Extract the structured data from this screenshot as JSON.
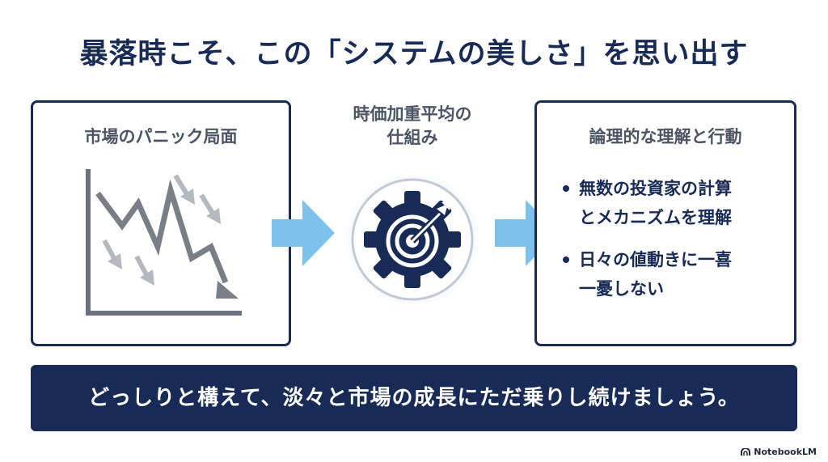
{
  "title": "暴落時こそ、この「システムの美しさ」を思い出す",
  "left_panel": {
    "heading": "市場のパニック局面",
    "icon": "crash-chart-icon"
  },
  "center": {
    "heading_line1": "時価加重平均の",
    "heading_line2": "仕組み",
    "icon": "gear-target-icon"
  },
  "right_panel": {
    "heading": "論理的な理解と行動",
    "bullets": [
      {
        "line1": "無数の投資家の計算",
        "line2": "とメカニズムを理解"
      },
      {
        "line1": "日々の値動きに一喜",
        "line2": "一憂しない"
      }
    ]
  },
  "banner": {
    "text": "どっしりと構えて、淡々と市場の成長にただ乗りし続けましょう。"
  },
  "watermark": "NotebookLM",
  "colors": {
    "navy": "#182a56",
    "arrow_blue": "#7ec2ec",
    "gray_dark": "#6b7280",
    "gray_light": "#b5b9bf"
  }
}
